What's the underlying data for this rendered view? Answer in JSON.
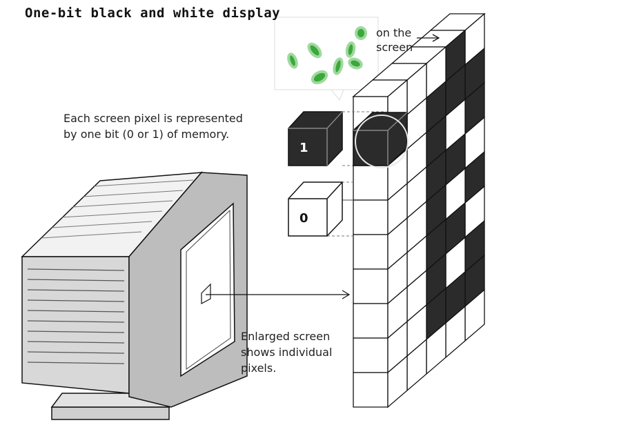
{
  "title": "One-bit black and white display",
  "pixel_label": {
    "line1": "Each screen pixel is represented",
    "line2": "by one bit (0 or 1) of memory."
  },
  "screen_label": {
    "line1": "on the",
    "line2": "screen"
  },
  "enlarged_label": {
    "line1": "Enlarged screen",
    "line2": "shows individual",
    "line3": "pixels."
  },
  "bit_one": "1",
  "bit_zero": "0",
  "colors": {
    "ink": "#111111",
    "dark": "#2b2b2b",
    "grey": "#bdbdbd",
    "light": "#e8e8e8",
    "green": "#3aa83a"
  }
}
